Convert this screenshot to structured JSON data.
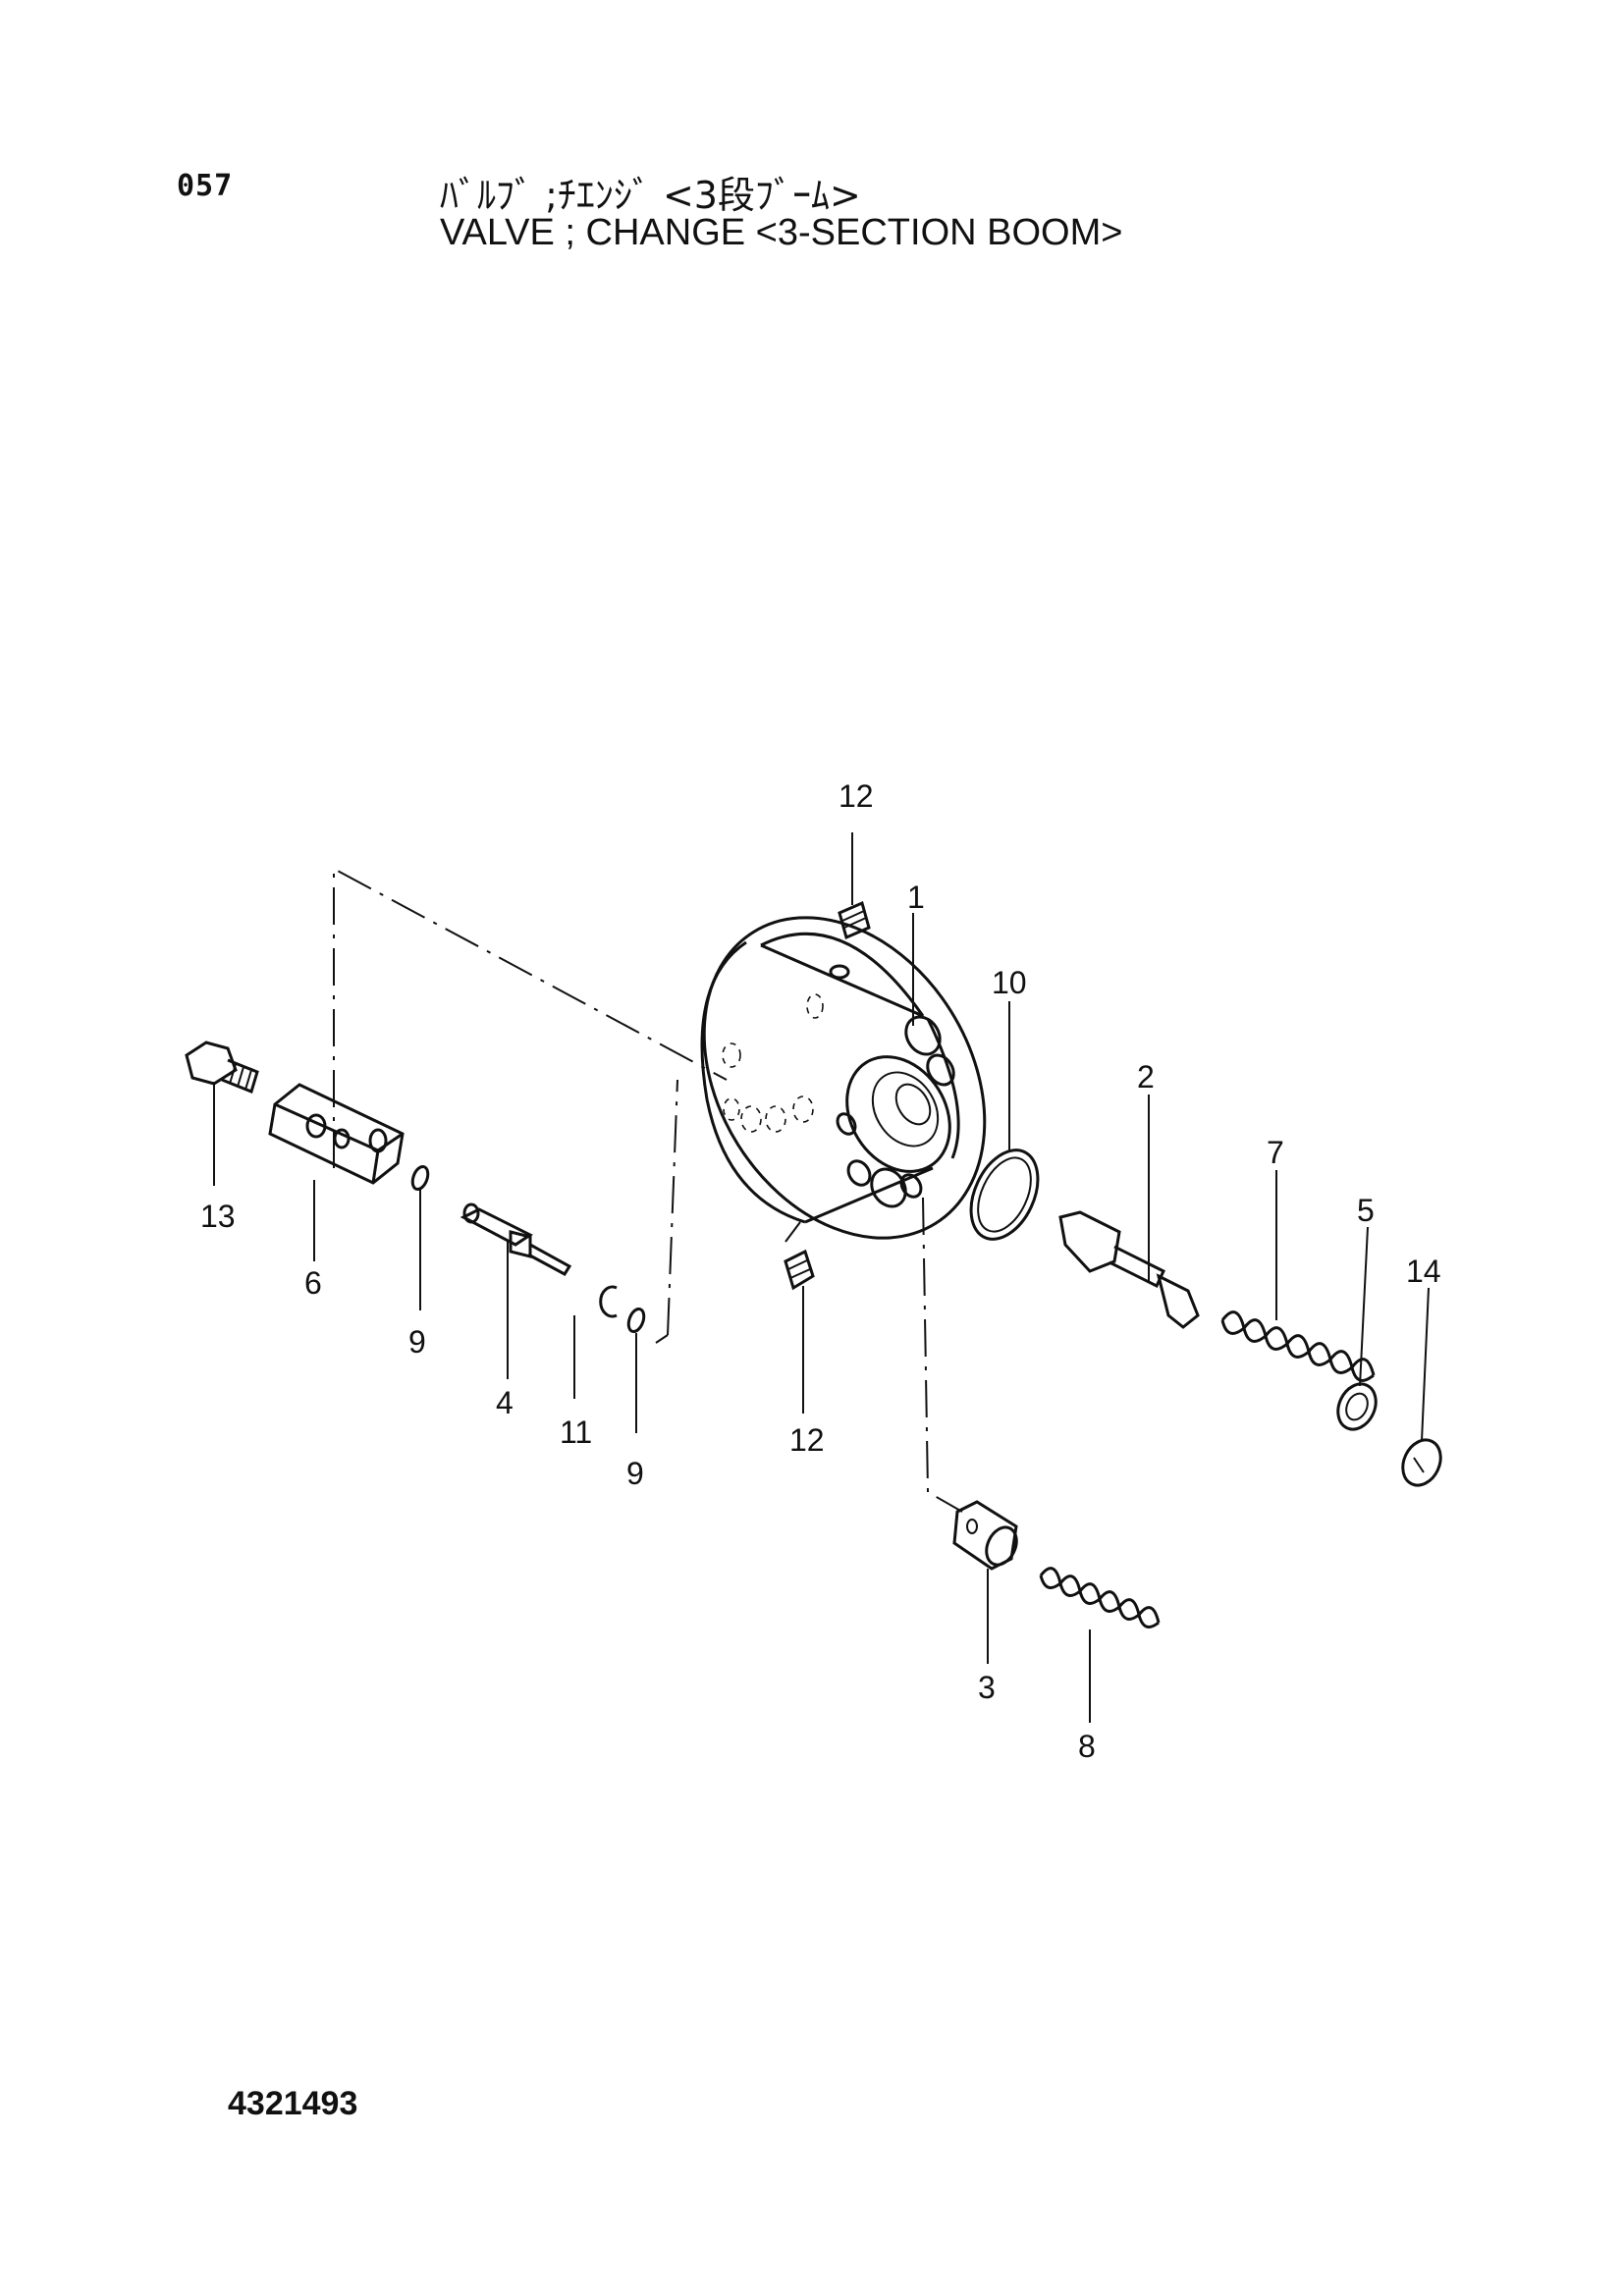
{
  "header": {
    "page_number": "057",
    "title_jp": "ﾊﾞﾙﾌﾞ ;ﾁｴﾝｼﾞ <3段ﾌﾞｰﾑ>",
    "title_en": "VALVE ; CHANGE <3-SECTION  BOOM>"
  },
  "footer": {
    "doc_number": "4321493"
  },
  "callouts": [
    {
      "id": "c1",
      "label": "1"
    },
    {
      "id": "c2",
      "label": "2"
    },
    {
      "id": "c3",
      "label": "3"
    },
    {
      "id": "c4",
      "label": "4"
    },
    {
      "id": "c5",
      "label": "5"
    },
    {
      "id": "c6",
      "label": "6"
    },
    {
      "id": "c7",
      "label": "7"
    },
    {
      "id": "c8",
      "label": "8"
    },
    {
      "id": "c9a",
      "label": "9"
    },
    {
      "id": "c9b",
      "label": "9"
    },
    {
      "id": "c10",
      "label": "10"
    },
    {
      "id": "c11",
      "label": "11"
    },
    {
      "id": "c12a",
      "label": "12"
    },
    {
      "id": "c12b",
      "label": "12"
    },
    {
      "id": "c13",
      "label": "13"
    },
    {
      "id": "c14",
      "label": "14"
    }
  ]
}
